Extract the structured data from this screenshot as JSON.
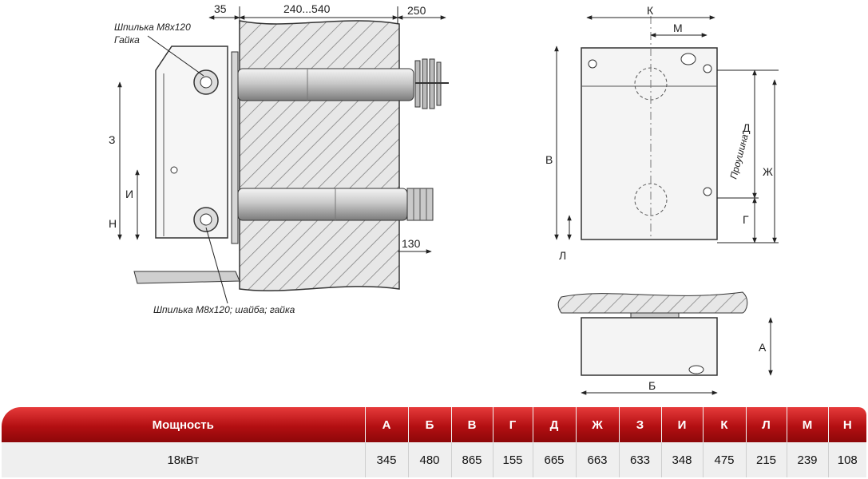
{
  "dimensions": {
    "d35": "35",
    "d240": "240...540",
    "d250": "250",
    "d130": "130",
    "letter_k": "К",
    "letter_m": "М",
    "letter_v": "В",
    "letter_d": "Д",
    "letter_zh": "Ж",
    "letter_g": "Г",
    "letter_l": "Л",
    "letter_a": "А",
    "letter_b": "Б",
    "letter_z": "З",
    "letter_i": "И",
    "letter_n": "Н"
  },
  "notes": {
    "stud_top": "Шпилька М8х120",
    "nut_top": "Гайка",
    "stud_bottom": "Шпилька М8х120;  шайба;  гайка",
    "lug": "Проушина"
  },
  "table": {
    "headers": [
      "Мощность",
      "А",
      "Б",
      "В",
      "Г",
      "Д",
      "Ж",
      "З",
      "И",
      "К",
      "Л",
      "М",
      "Н"
    ],
    "rows": [
      [
        "18кВт",
        "345",
        "480",
        "865",
        "155",
        "665",
        "663",
        "633",
        "348",
        "475",
        "215",
        "239",
        "108"
      ]
    ]
  },
  "colors": {
    "header_red": "#b30f12",
    "row_gray": "#efefef"
  }
}
